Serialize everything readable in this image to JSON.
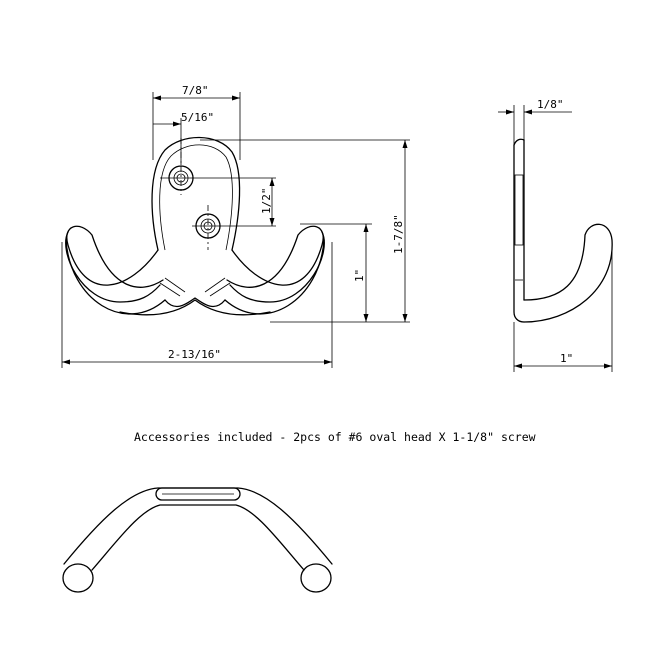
{
  "front_view": {
    "width_label": "7/8\"",
    "hole_offset_label": "5/16\"",
    "hole_spacing_label": "1/2\"",
    "overall_height_label": "1-7/8\"",
    "hook_height_label": "1\"",
    "overall_width_label": "2-13/16\""
  },
  "side_view": {
    "thickness_label": "1/8\"",
    "depth_label": "1\""
  },
  "note": "Accessories included - 2pcs of #6 oval head X 1-1/8\" screw"
}
